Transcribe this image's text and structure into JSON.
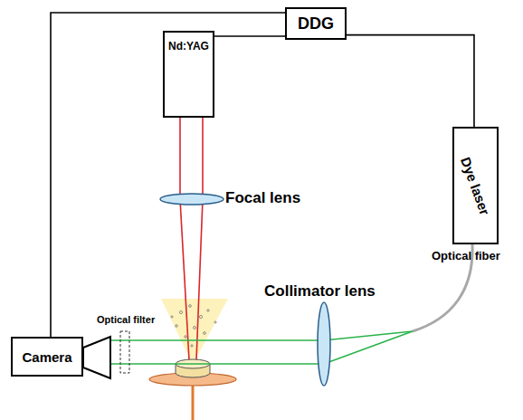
{
  "diagram": {
    "nodes": [
      {
        "text": [
          "DDG"
        ]
      },
      {
        "text": [
          "Nd:YAG"
        ]
      },
      {
        "text": [
          "Dye laser"
        ]
      },
      {
        "text": [
          "Camera"
        ]
      }
    ],
    "edges": [
      {
        "from": 3,
        "to": 0,
        "arrow": "none"
      },
      {
        "from": 1,
        "to": 0,
        "arrow": "none"
      },
      {
        "from": 0,
        "to": 2,
        "arrow": "none"
      }
    ],
    "labels": [
      "Focal lens",
      "Optical fiber",
      "Collimator lens",
      "Optical filter"
    ]
  }
}
